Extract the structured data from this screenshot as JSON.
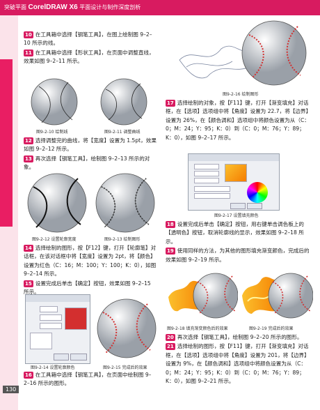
{
  "header": {
    "label_left": "突破平面",
    "product": "CorelDRAW X6",
    "label_right": "平面设计与制作深度剖析"
  },
  "page_number": "130",
  "left_column": {
    "steps": [
      {
        "num": "10",
        "text": "在工具箱中选择【钢笔工具】，在图上绘制图 9–2–10 所示的线。"
      },
      {
        "num": "11",
        "text": "在工具箱中选择【形状工具】，在页面中调整直线，效果如图 9–2–11 所示。"
      },
      {
        "num": "12",
        "text": "选择调整完的曲线，将【宽度】设置为 1.5pt，效果如图 9–2–12 所示。"
      },
      {
        "num": "13",
        "text": "再次选择【钢笔工具】，绘制图 9–2–13 所示的对象。"
      },
      {
        "num": "14",
        "text": "选择绘制的图形，按【F12】键，打开【轮廓笔】对话框，在该对话框中将【宽度】设置为 2pt，将【颜色】设置为红色（C：16；M：100；Y：100；K：0），如图 9–2–14 所示。"
      },
      {
        "num": "15",
        "text": "设置完成后单击【确定】按钮，效果如图 9–2–15 所示。"
      },
      {
        "num": "16",
        "text": "在工具箱中选择【钢笔工具】，在页面中绘制图 9–2–16 所示的图形。"
      }
    ],
    "captions": {
      "fig10": "图9-2-10  绘制线",
      "fig11": "图9-2-11  调整曲线",
      "fig12": "图9-2-12  设置轮廓宽度",
      "fig13": "图9-2-13  绘制图形",
      "fig14": "图9-2-14  设置轮廓颜色",
      "fig15": "图9-2-15  完成后的效果"
    }
  },
  "right_column": {
    "steps": [
      {
        "num": "17",
        "text": "选择绘制的对象，按【F11】键，打开【渐变填充】对话框，在【选项】选项组中将【角度】设置为 22.7，将【边界】设置为 26%，在【颜色调和】选项组中将颜色设置为从（C：0；M：24；Y：95；K：0）到（C：0；M：76；Y：89；K：0），如图 9–2–17 所示。"
      },
      {
        "num": "18",
        "text": "设置完成后单击【确定】按钮，用右键单击调色板上的【透明色】按钮，取消轮廓线的显示，效果如图 9–2–18 所示。"
      },
      {
        "num": "19",
        "text": "使用同样的方法，为其他的图形填充渐变颜色，完成后的效果如图 9–2–19 所示。"
      },
      {
        "num": "20",
        "text": "再次选择【钢笔工具】，绘制图 9–2–20 所示的图形。"
      },
      {
        "num": "21",
        "text": "选择绘制的图形，按【F11】键，打开【渐变填充】对话框，在【选项】选项组中将【角度】设置为 201，将【边界】设置为 9%，在【颜色调和】选项组中将颜色设置为从（C：0；M：24；Y：95；K：0）到（C：0；M：76；Y：89；K：0），如图 9–2–21 所示。"
      }
    ],
    "captions": {
      "fig16": "图9-2-16  绘制图形",
      "fig17": "图9-2-17  设置填充颜色",
      "fig18": "图9-2-18  填充渐变颜色后的效果",
      "fig19": "图9-2-19  完成后的效果"
    }
  },
  "colors": {
    "accent": "#d81b60",
    "seam_red": "#d32f2f",
    "flame_orange": "#f57c00",
    "flame_yellow": "#fbc02d"
  },
  "icons": [
    "pen-tool-icon",
    "shape-tool-icon"
  ]
}
